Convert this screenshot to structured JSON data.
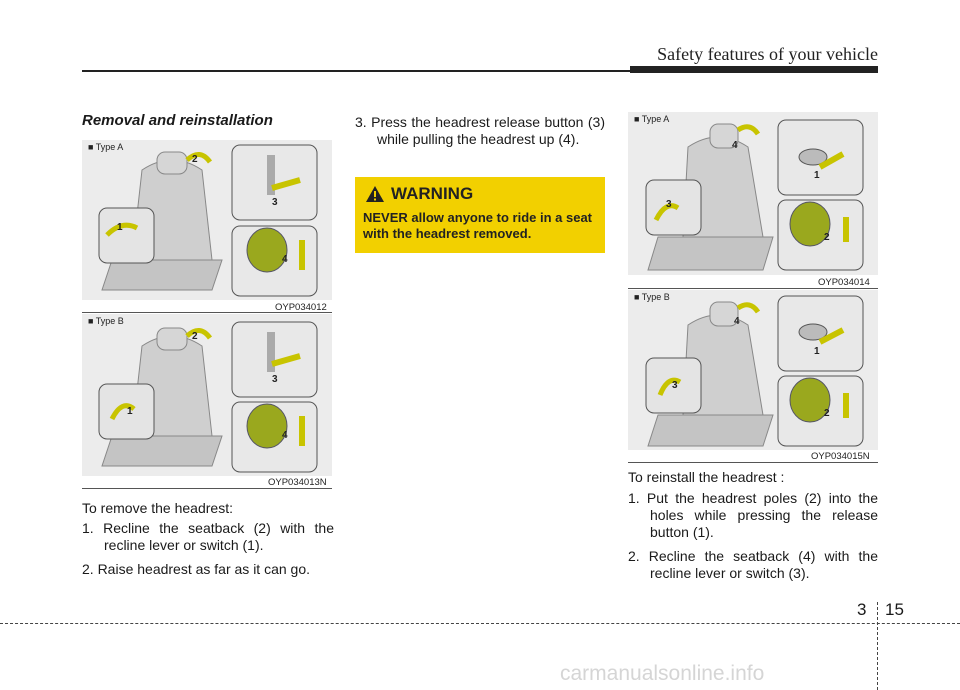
{
  "header": {
    "title": "Safety features of your vehicle"
  },
  "section": {
    "title": "Removal and reinstallation"
  },
  "figures": {
    "type_a_left": {
      "type_label": "■ Type A",
      "code": "OYP034012",
      "callouts": [
        "1",
        "2",
        "3",
        "4"
      ]
    },
    "type_b_left": {
      "type_label": "■ Type B",
      "code": "OYP034013N",
      "callouts": [
        "1",
        "2",
        "3",
        "4"
      ]
    },
    "type_a_right": {
      "type_label": "■ Type A",
      "code": "OYP034014",
      "callouts": [
        "1",
        "2",
        "3",
        "4"
      ]
    },
    "type_b_right": {
      "type_label": "■ Type B",
      "code": "OYP034015N",
      "callouts": [
        "1",
        "2",
        "3",
        "4"
      ]
    }
  },
  "removal": {
    "intro": "To remove the headrest:",
    "steps": [
      "1. Recline the seatback (2) with the recline lever or switch (1).",
      "2. Raise headrest as far as it can go.",
      "3. Press the headrest release button (3) while pulling the headrest up (4)."
    ]
  },
  "warning": {
    "title": "WARNING",
    "text": "NEVER allow anyone to ride in a seat with the headrest removed.",
    "color": "#f2d000"
  },
  "reinstall": {
    "intro": "To reinstall the headrest :",
    "steps": [
      "1. Put the headrest poles (2) into the holes while pressing the release button (1).",
      "2. Recline the seatback (4) with the recline lever or switch (3)."
    ]
  },
  "footer": {
    "chapter": "3",
    "page": "15"
  },
  "watermark": "carmanualsonline.info"
}
